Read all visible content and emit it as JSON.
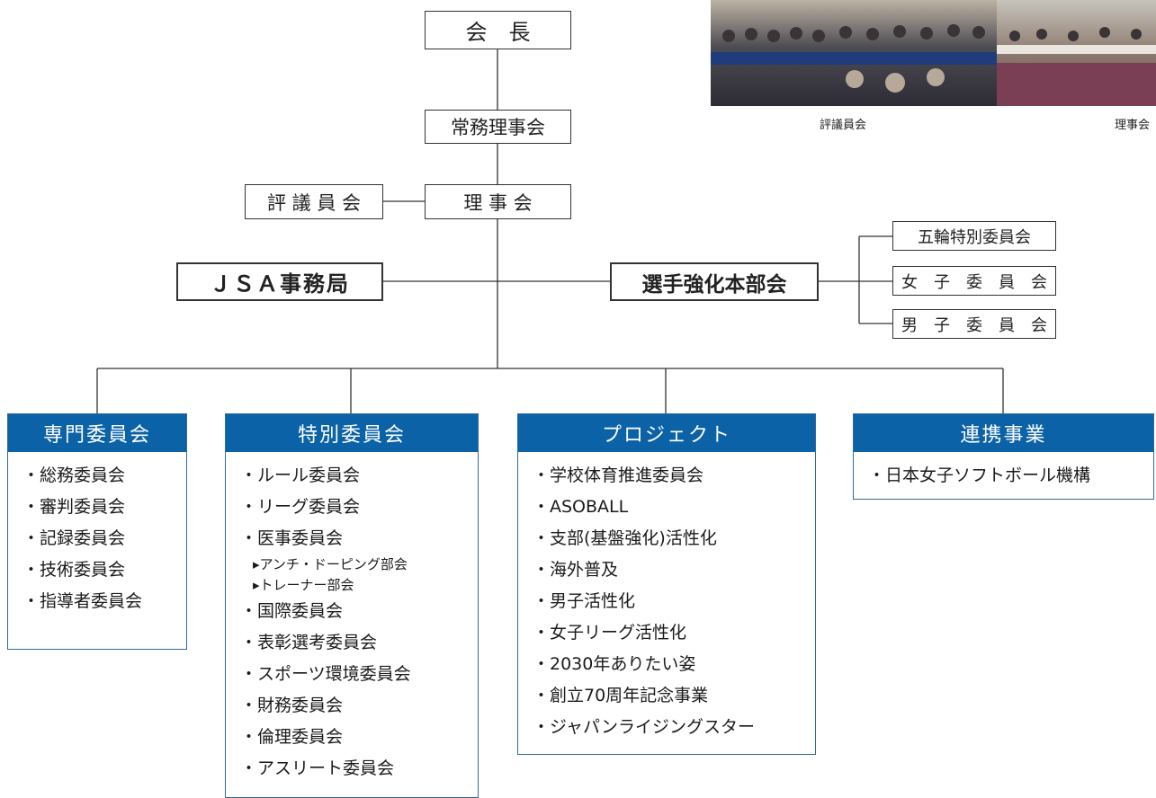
{
  "header_boxes": {
    "chairman": "会　長",
    "executive_board": "常務理事会",
    "board": "理 事 会",
    "councilors": "評 議 員 会",
    "secretariat": "ＪＳＡ事務局",
    "player_hq": "選手強化本部会"
  },
  "player_committees": [
    "五輪特別委員会",
    "女　子　委　員　会",
    "男　子　委　員　会"
  ],
  "photos": {
    "left_caption": "評議員会",
    "right_caption": "理事会"
  },
  "panels": {
    "specialist": {
      "title": "専門委員会",
      "items": [
        "・総務委員会",
        "・審判委員会",
        "・記録委員会",
        "・技術委員会",
        "・指導者委員会"
      ]
    },
    "special": {
      "title": "特別委員会",
      "items": [
        "・ルール委員会",
        "・リーグ委員会",
        "・医事委員会"
      ],
      "sub_items": [
        "▸アンチ・ドーピング部会",
        "▸トレーナー部会"
      ],
      "items_after": [
        "・国際委員会",
        "・表彰選考委員会",
        "・スポーツ環境委員会",
        "・財務委員会",
        "・倫理委員会",
        "・アスリート委員会"
      ]
    },
    "project": {
      "title": "プロジェクト",
      "items": [
        "・学校体育推進委員会",
        "・ASOBALL",
        "・支部(基盤強化)活性化",
        "・海外普及",
        "・男子活性化",
        "・女子リーグ活性化",
        "・2030年ありたい姿",
        "・創立70周年記念事業",
        "・ジャパンライジングスター"
      ]
    },
    "partnership": {
      "title": "連携事業",
      "items": [
        "・日本女子ソフトボール機構"
      ]
    }
  },
  "colors": {
    "panel_header": "#0b62a6",
    "line": "#333333"
  }
}
